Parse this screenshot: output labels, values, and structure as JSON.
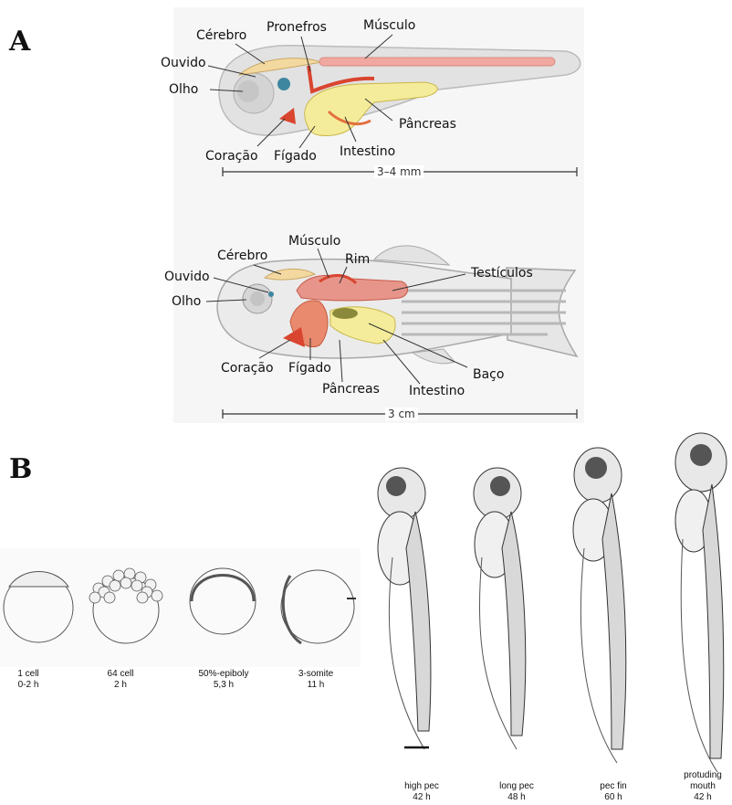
{
  "panel_a": {
    "letter": "A",
    "larva": {
      "labels": {
        "cerebro": "Cérebro",
        "pronefros": "Pronefros",
        "musculo": "Músculo",
        "ouvido": "Ouvido",
        "olho": "Olho",
        "pancreas": "Pâncreas",
        "coracao": "Coração",
        "figado": "Fígado",
        "intestino": "Intestino"
      },
      "scale": "3–4 mm"
    },
    "adult": {
      "labels": {
        "musculo": "Músculo",
        "cerebro": "Cérebro",
        "rim": "Rim",
        "testiculos": "Testículos",
        "ouvido": "Ouvido",
        "olho": "Olho",
        "coracao": "Coração",
        "figado": "Fígado",
        "baco": "Baço",
        "pancreas": "Pâncreas",
        "intestino": "Intestino"
      },
      "scale": "3 cm"
    }
  },
  "panel_b": {
    "letter": "B",
    "stages": [
      {
        "name": "1 cell",
        "time": "0-2 h"
      },
      {
        "name": "64 cell",
        "time": "2 h"
      },
      {
        "name": "50%-epiboly",
        "time": "5,3 h"
      },
      {
        "name": "3-somite",
        "time": "11 h"
      },
      {
        "name": "high pec",
        "time": "42 h"
      },
      {
        "name": "long pec",
        "time": "48 h"
      },
      {
        "name": "pec fin",
        "time": "60 h"
      },
      {
        "name": "protuding mouth",
        "time": "42 h"
      }
    ]
  },
  "colors": {
    "muscle": "#f0a8a0",
    "organ_red": "#d9452f",
    "yolk": "#f4ec9a",
    "brain": "#f3d9a0",
    "eye_blue": "#3e86a0",
    "body_gray": "#e2e2e2"
  }
}
